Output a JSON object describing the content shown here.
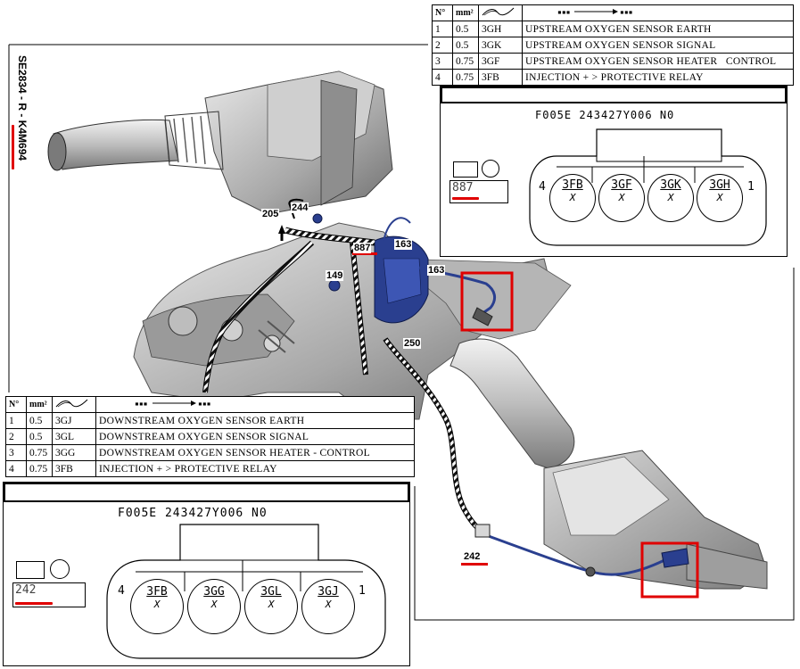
{
  "drawing_ref": "SE2834 - R - K4M694",
  "upstream_table": {
    "headers": [
      "N°",
      "mm²",
      ""
    ],
    "rows": [
      {
        "no": "1",
        "mm2": "0.5",
        "code": "3GH",
        "desc": "UPSTREAM OXYGEN SENSOR EARTH"
      },
      {
        "no": "2",
        "mm2": "0.5",
        "code": "3GK",
        "desc": "UPSTREAM OXYGEN SENSOR SIGNAL"
      },
      {
        "no": "3",
        "mm2": "0.75",
        "code": "3GF",
        "desc": "UPSTREAM OXYGEN SENSOR HEATER   CONTROL"
      },
      {
        "no": "4",
        "mm2": "0.75",
        "code": "3FB",
        "desc": "INJECTION + > PROTECTIVE RELAY"
      }
    ]
  },
  "downstream_table": {
    "headers": [
      "N°",
      "mm²",
      ""
    ],
    "rows": [
      {
        "no": "1",
        "mm2": "0.5",
        "code": "3GJ",
        "desc": "DOWNSTREAM OXYGEN SENSOR EARTH"
      },
      {
        "no": "2",
        "mm2": "0.5",
        "code": "3GL",
        "desc": "DOWNSTREAM OXYGEN SENSOR SIGNAL"
      },
      {
        "no": "3",
        "mm2": "0.75",
        "code": "3GG",
        "desc": "DOWNSTREAM OXYGEN SENSOR HEATER - CONTROL"
      },
      {
        "no": "4",
        "mm2": "0.75",
        "code": "3FB",
        "desc": "INJECTION + > PROTECTIVE RELAY"
      }
    ]
  },
  "upstream_connector": {
    "part_ref": "F005E 243427Y006 N0",
    "component": "887",
    "pin_left": "4",
    "pin_right": "1",
    "pins": [
      {
        "code": "3FB",
        "mark": "X"
      },
      {
        "code": "3GF",
        "mark": "X"
      },
      {
        "code": "3GK",
        "mark": "X"
      },
      {
        "code": "3GH",
        "mark": "X"
      }
    ]
  },
  "downstream_connector": {
    "part_ref": "F005E 243427Y006 N0",
    "component": "242",
    "pin_left": "4",
    "pin_right": "1",
    "pins": [
      {
        "code": "3FB",
        "mark": "X"
      },
      {
        "code": "3GG",
        "mark": "X"
      },
      {
        "code": "3GL",
        "mark": "X"
      },
      {
        "code": "3GJ",
        "mark": "X"
      }
    ]
  },
  "callouts": {
    "c205": "205",
    "c244": "244",
    "c887": "887",
    "c163a": "163",
    "c163b": "163",
    "c149": "149",
    "c250": "250",
    "c242": "242"
  },
  "colors": {
    "highlight_red": "#e00000",
    "harness_blue": "#2a3f8f",
    "engine_grey": "#c8c8c8"
  }
}
